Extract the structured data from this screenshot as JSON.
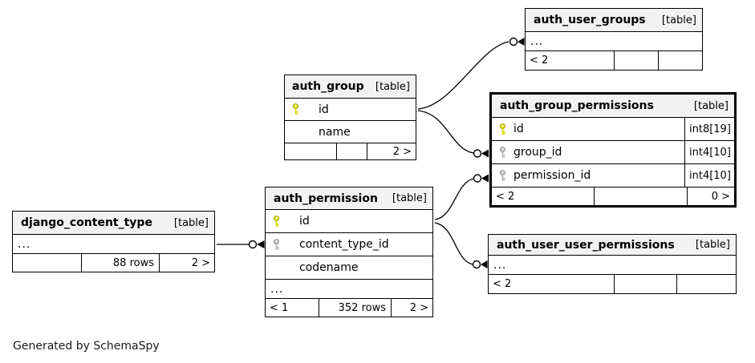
{
  "colors": {
    "pk_key": "#d9d900",
    "fk_key": "#b5b5b5",
    "header_bg": "#f2f2f2",
    "line": "#000000"
  },
  "note": "Generated by SchemaSpy",
  "tables": {
    "auth_user_groups": {
      "title": "auth_user_groups",
      "tag": "[table]",
      "ellipsis": "...",
      "footer": {
        "left": "< 2",
        "mid": "",
        "right": ""
      }
    },
    "auth_group": {
      "title": "auth_group",
      "tag": "[table]",
      "columns": {
        "id": "id",
        "name": "name"
      },
      "footer": {
        "left": "",
        "mid": "",
        "right": "2 >"
      }
    },
    "auth_group_permissions": {
      "title": "auth_group_permissions",
      "tag": "[table]",
      "columns": {
        "id": {
          "label": "id",
          "type": "int8[19]"
        },
        "group_id": {
          "label": "group_id",
          "type": "int4[10]"
        },
        "permission_id": {
          "label": "permission_id",
          "type": "int4[10]"
        }
      },
      "footer": {
        "left": "< 2",
        "mid": "",
        "right": "0 >"
      }
    },
    "django_content_type": {
      "title": "django_content_type",
      "tag": "[table]",
      "ellipsis": "...",
      "footer": {
        "left": "",
        "mid": "88 rows",
        "right": "2 >"
      }
    },
    "auth_permission": {
      "title": "auth_permission",
      "tag": "[table]",
      "columns": {
        "id": "id",
        "content_type_id": "content_type_id",
        "codename": "codename"
      },
      "ellipsis": "...",
      "footer": {
        "left": "< 1",
        "mid": "352 rows",
        "right": "2 >"
      }
    },
    "auth_user_user_permissions": {
      "title": "auth_user_user_permissions",
      "tag": "[table]",
      "ellipsis": "...",
      "footer": {
        "left": "< 2",
        "mid": "",
        "right": ""
      }
    }
  }
}
